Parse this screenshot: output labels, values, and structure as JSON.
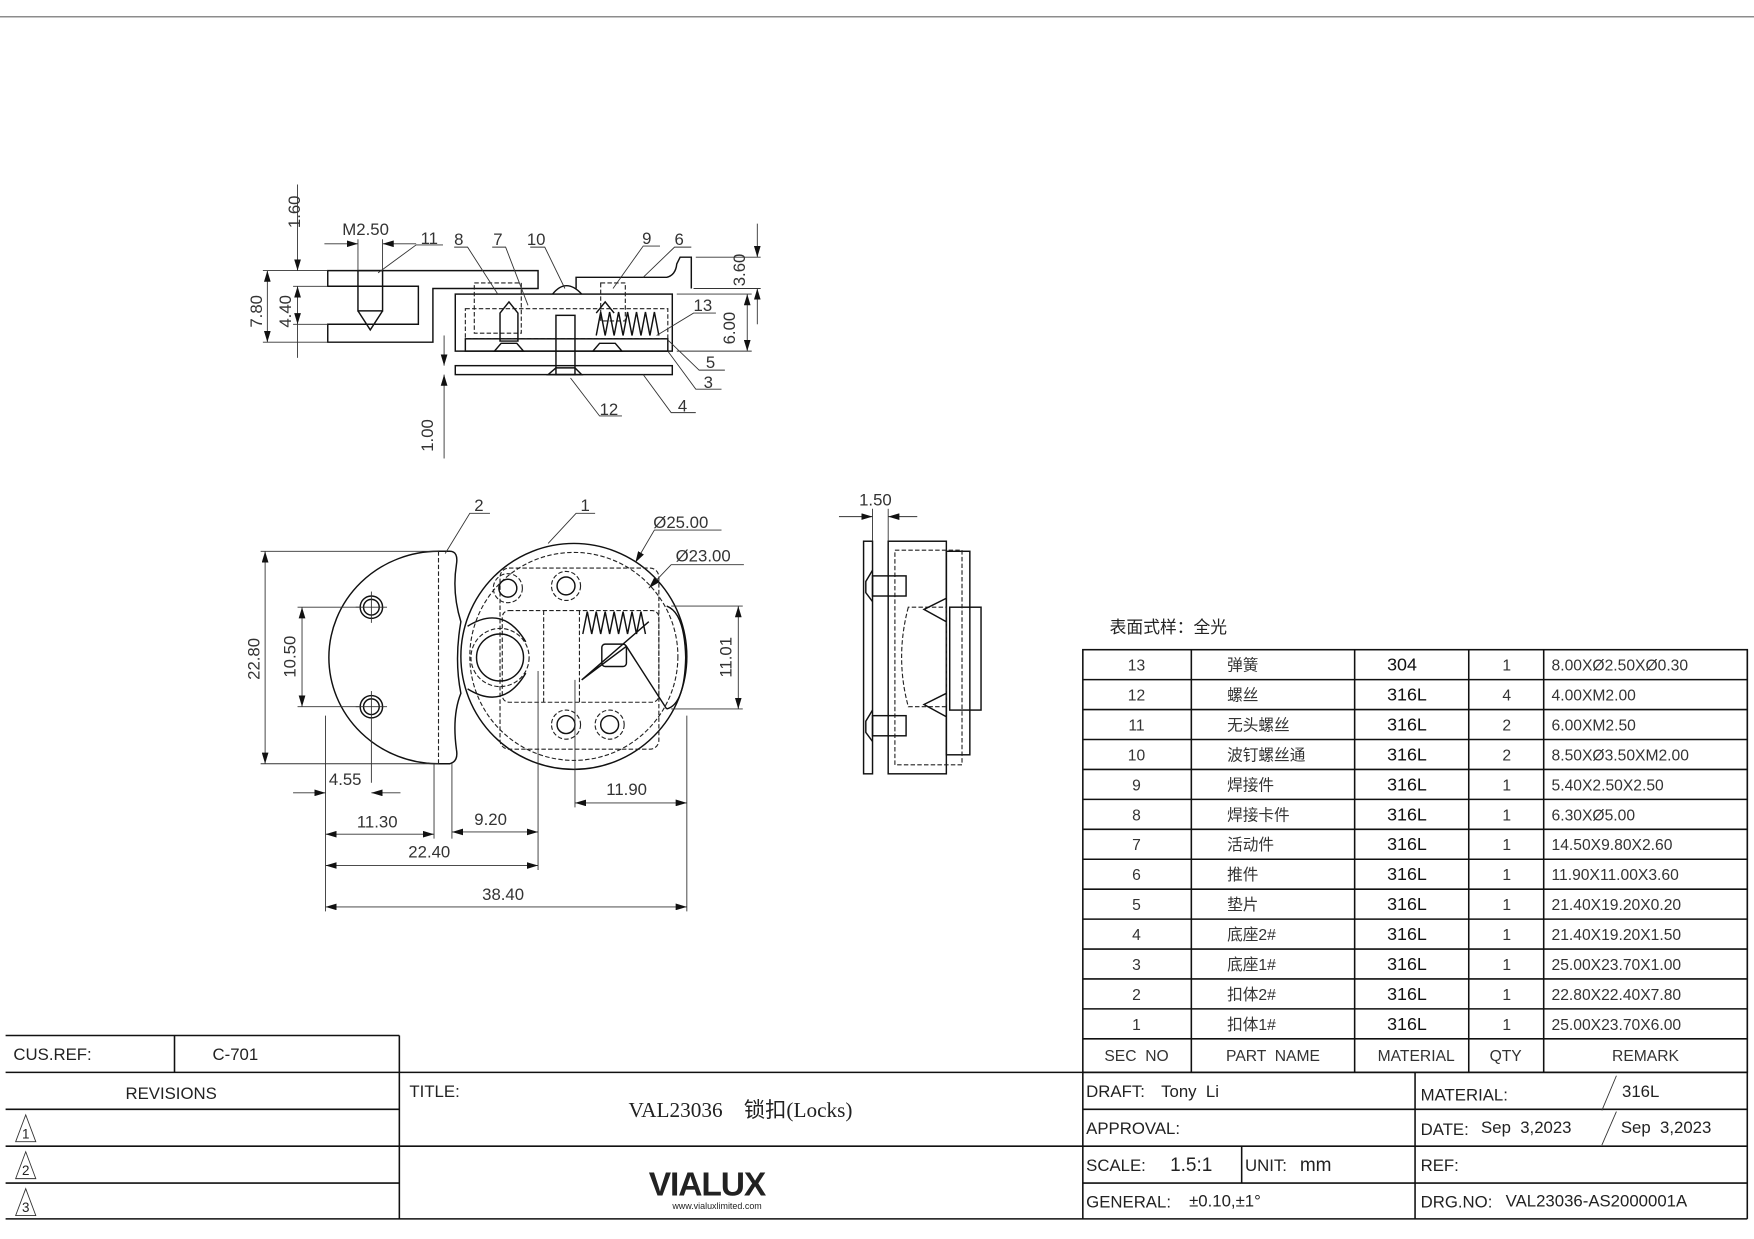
{
  "surface_note": "表面式样：全光",
  "parts_table": {
    "headers": {
      "sec_no": "SEC  NO",
      "part_name": "PART  NAME",
      "material": "MATERIAL",
      "qty": "QTY",
      "remark": "REMARK"
    },
    "rows": [
      {
        "no": "13",
        "name": "弹簧",
        "material": "304",
        "qty": "1",
        "remark": "8.00XØ2.50XØ0.30"
      },
      {
        "no": "12",
        "name": "螺丝",
        "material": "316L",
        "qty": "4",
        "remark": "4.00XM2.00"
      },
      {
        "no": "11",
        "name": "无头螺丝",
        "material": "316L",
        "qty": "2",
        "remark": "6.00XM2.50"
      },
      {
        "no": "10",
        "name": "波钉螺丝通",
        "material": "316L",
        "qty": "2",
        "remark": "8.50XØ3.50XM2.00"
      },
      {
        "no": "9",
        "name": "焊接件",
        "material": "316L",
        "qty": "1",
        "remark": "5.40X2.50X2.50"
      },
      {
        "no": "8",
        "name": "焊接卡件",
        "material": "316L",
        "qty": "1",
        "remark": "6.30XØ5.00"
      },
      {
        "no": "7",
        "name": "活动件",
        "material": "316L",
        "qty": "1",
        "remark": "14.50X9.80X2.60"
      },
      {
        "no": "6",
        "name": "推件",
        "material": "316L",
        "qty": "1",
        "remark": "11.90X11.00X3.60"
      },
      {
        "no": "5",
        "name": "垫片",
        "material": "316L",
        "qty": "1",
        "remark": "21.40X19.20X0.20"
      },
      {
        "no": "4",
        "name": "底座2#",
        "material": "316L",
        "qty": "1",
        "remark": "21.40X19.20X1.50"
      },
      {
        "no": "3",
        "name": "底座1#",
        "material": "316L",
        "qty": "1",
        "remark": "25.00X23.70X1.00"
      },
      {
        "no": "2",
        "name": "扣体2#",
        "material": "316L",
        "qty": "1",
        "remark": "22.80X22.40X7.80"
      },
      {
        "no": "1",
        "name": "扣体1#",
        "material": "316L",
        "qty": "1",
        "remark": "25.00X23.70X6.00"
      }
    ]
  },
  "title_block": {
    "cus_ref_label": "CUS.REF:",
    "cus_ref_value": "C-701",
    "revisions_label": "REVISIONS",
    "revision_marks": [
      "1",
      "2",
      "3"
    ],
    "title_label": "TITLE:",
    "title_value": "VAL23036    锁扣(Locks)",
    "logo_text": "VIALUX",
    "logo_url": "www.vialuxlimited.com",
    "draft_label": "DRAFT:",
    "draft_value": "Tony  Li",
    "approval_label": "APPROVAL:",
    "scale_label": "SCALE:",
    "scale_value": "1.5:1",
    "unit_label": "UNIT:",
    "unit_value": "mm",
    "general_label": "GENERAL:",
    "general_value": "±0.10,±1°",
    "material_label": "MATERIAL:",
    "material_value": "316L",
    "date_label": "DATE:",
    "date_value": "Sep  3,2023",
    "date_value_2": "Sep  3,2023",
    "ref_label": "REF:",
    "drg_no_label": "DRG.NO:",
    "drg_no_value": "VAL23036-AS2000001A"
  },
  "top_view": {
    "dims": {
      "d160": "1.60",
      "m250": "M2.50",
      "d780": "7.80",
      "d440": "4.40",
      "d360": "3.60",
      "d600": "6.00",
      "d100": "1.00"
    },
    "balloons": {
      "b11": "11",
      "b8": "8",
      "b7": "7",
      "b10": "10",
      "b9": "9",
      "b6": "6",
      "b13": "13",
      "b5": "5",
      "b3": "3",
      "b4": "4",
      "b12": "12"
    }
  },
  "front_view": {
    "dims": {
      "d2280": "22.80",
      "d1050": "10.50",
      "d1101": "11.01",
      "d455": "4.55",
      "d1130": "11.30",
      "d920": "9.20",
      "d2240": "22.40",
      "d3840": "38.40",
      "d1190": "11.90",
      "dia25": "Ø25.00",
      "dia23": "Ø23.00"
    },
    "balloons": {
      "b2": "2",
      "b1": "1"
    }
  },
  "side_view": {
    "dims": {
      "d150": "1.50"
    }
  }
}
